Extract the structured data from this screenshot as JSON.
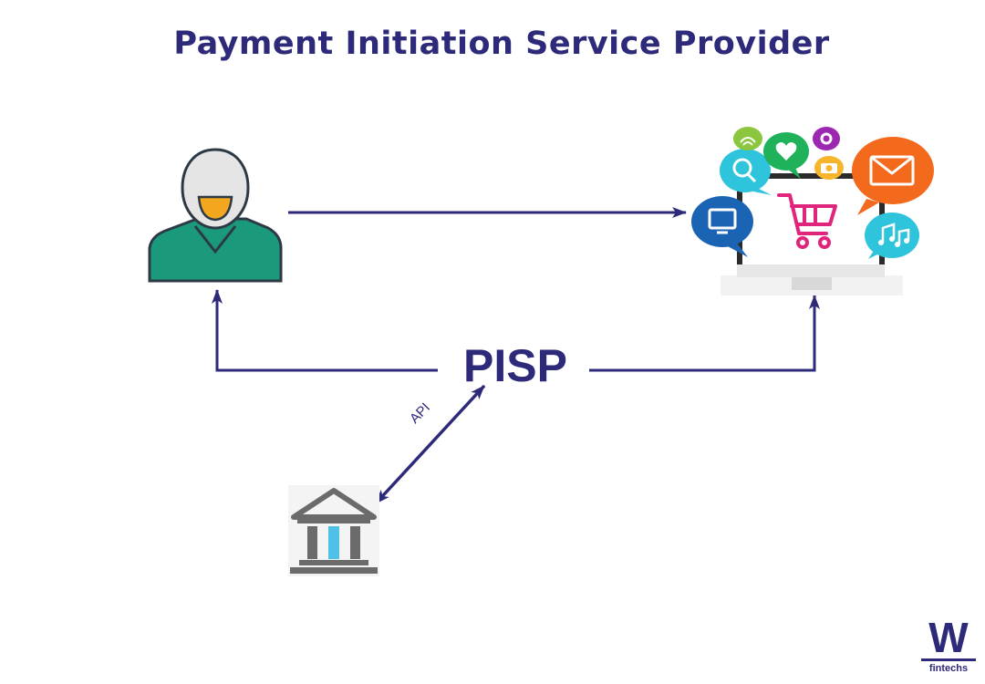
{
  "diagram": {
    "title": "Payment Initiation Service Provider",
    "center_label": "PISP",
    "api_label": "API",
    "nodes": {
      "user": {
        "icon": "user-icon"
      },
      "merchant": {
        "icon": "ecommerce-monitor-icon"
      },
      "bank": {
        "icon": "bank-icon"
      }
    },
    "edges": [
      {
        "from": "user",
        "to": "merchant",
        "style": "one-way"
      },
      {
        "from": "pisp",
        "to": "user",
        "style": "one-way"
      },
      {
        "from": "pisp",
        "to": "merchant",
        "style": "one-way"
      },
      {
        "from": "pisp",
        "to": "bank",
        "style": "two-way",
        "label": "API"
      }
    ]
  },
  "brand": {
    "logo_letter": "W",
    "logo_sub": "fintechs",
    "icon": "w-fintechs-logo"
  },
  "colors": {
    "primary": "#2e2a7a",
    "user_shirt": "#1a9a7b",
    "user_face": "#e5e5e5",
    "user_mouth": "#f3a71e",
    "cart": "#e0267c",
    "bubble_blue": "#1b64b3",
    "bubble_cyan": "#2ec4dc",
    "bubble_green": "#1fb25a",
    "bubble_orange": "#f36a1c",
    "bubble_purple": "#9c27b0",
    "bubble_yellow": "#f7b52b",
    "bubble_lime": "#8cc63f",
    "bank_column": "#4fc1e9",
    "bank_stone": "#6b6b6b"
  }
}
